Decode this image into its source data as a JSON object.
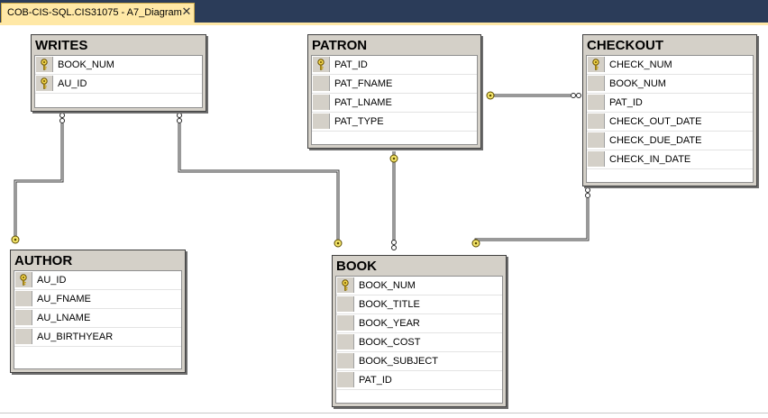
{
  "tab": {
    "title": "COB-CIS-SQL.CIS31075 - A7_Diagram",
    "close": "✕"
  },
  "tables": {
    "writes": {
      "name": "WRITES",
      "columns": [
        {
          "name": "BOOK_NUM",
          "key": true
        },
        {
          "name": "AU_ID",
          "key": true
        }
      ]
    },
    "patron": {
      "name": "PATRON",
      "columns": [
        {
          "name": "PAT_ID",
          "key": true
        },
        {
          "name": "PAT_FNAME",
          "key": false
        },
        {
          "name": "PAT_LNAME",
          "key": false
        },
        {
          "name": "PAT_TYPE",
          "key": false
        }
      ]
    },
    "checkout": {
      "name": "CHECKOUT",
      "columns": [
        {
          "name": "CHECK_NUM",
          "key": true
        },
        {
          "name": "BOOK_NUM",
          "key": false
        },
        {
          "name": "PAT_ID",
          "key": false
        },
        {
          "name": "CHECK_OUT_DATE",
          "key": false
        },
        {
          "name": "CHECK_DUE_DATE",
          "key": false
        },
        {
          "name": "CHECK_IN_DATE",
          "key": false
        }
      ]
    },
    "author": {
      "name": "AUTHOR",
      "columns": [
        {
          "name": "AU_ID",
          "key": true
        },
        {
          "name": "AU_FNAME",
          "key": false
        },
        {
          "name": "AU_LNAME",
          "key": false
        },
        {
          "name": "AU_BIRTHYEAR",
          "key": false
        }
      ]
    },
    "book": {
      "name": "BOOK",
      "columns": [
        {
          "name": "BOOK_NUM",
          "key": true
        },
        {
          "name": "BOOK_TITLE",
          "key": false
        },
        {
          "name": "BOOK_YEAR",
          "key": false
        },
        {
          "name": "BOOK_COST",
          "key": false
        },
        {
          "name": "BOOK_SUBJECT",
          "key": false
        },
        {
          "name": "PAT_ID",
          "key": false
        }
      ]
    }
  },
  "relationships": [
    {
      "from": "writes",
      "to": "author"
    },
    {
      "from": "writes",
      "to": "book"
    },
    {
      "from": "checkout",
      "to": "patron"
    },
    {
      "from": "book",
      "to": "patron"
    },
    {
      "from": "checkout",
      "to": "book"
    }
  ],
  "colors": {
    "tab_bg": "#2b3c59",
    "tab_active": "#ffe8a6",
    "table_chrome": "#d4d0c8",
    "key": "#b8860b"
  }
}
